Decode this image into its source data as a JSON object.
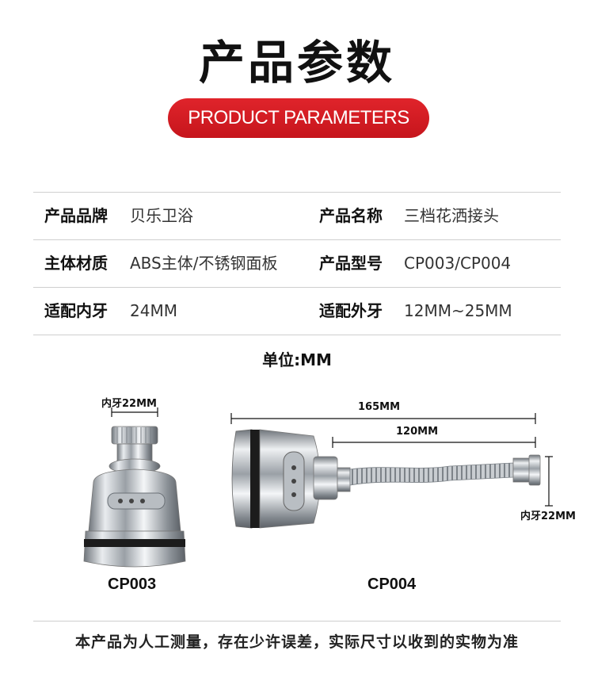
{
  "header": {
    "title": "产品参数",
    "subtitle": "PRODUCT PARAMETERS"
  },
  "specs": [
    {
      "left_label": "产品品牌",
      "left_value": "贝乐卫浴",
      "right_label": "产品名称",
      "right_value": "三档花洒接头"
    },
    {
      "left_label": "主体材质",
      "left_value": "ABS主体/不锈钢面板",
      "right_label": "产品型号",
      "right_value": "CP003/CP004"
    },
    {
      "left_label": "适配内牙",
      "left_value": "24MM",
      "right_label": "适配外牙",
      "right_value": "12MM~25MM"
    }
  ],
  "unit_label": "单位:MM",
  "products": {
    "cp003": {
      "name": "CP003",
      "dim_label": "内牙22MM"
    },
    "cp004": {
      "name": "CP004",
      "total_length": "165MM",
      "hose_length": "120MM",
      "thread_label": "内牙22MM"
    }
  },
  "footer_note": "本产品为人工测量，存在少许误差，实际尺寸以收到的实物为准",
  "colors": {
    "accent_red": "#d31c23",
    "divider": "#cfcfcf",
    "chrome": "#c8ccd0"
  }
}
